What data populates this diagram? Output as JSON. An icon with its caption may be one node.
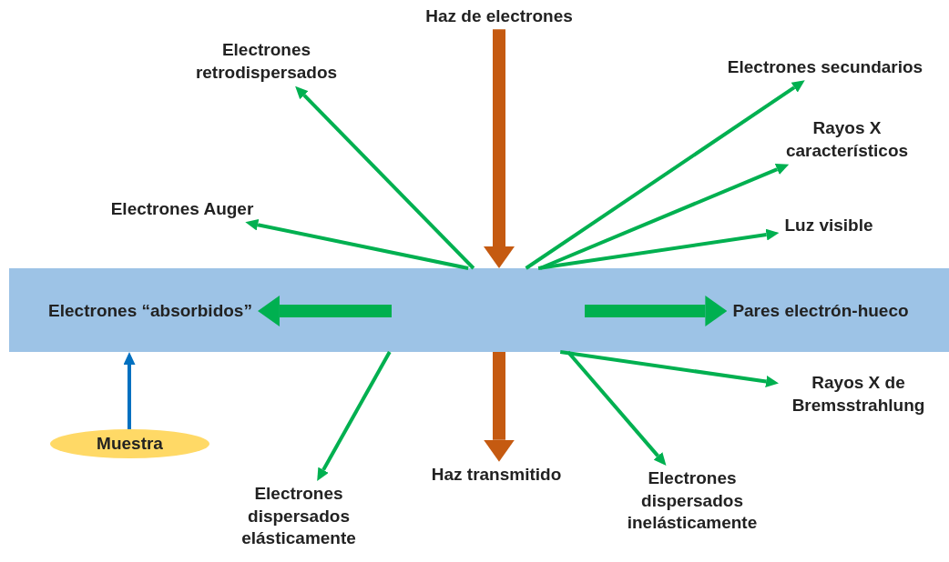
{
  "diagram": {
    "nodes": [
      {
        "text": [
          "Haz de electrones"
        ]
      },
      {
        "text": [
          "Electrones retrodispersados"
        ]
      },
      {
        "text": [
          "Electrones secundarios"
        ]
      },
      {
        "text": [
          "Rayos X característicos"
        ]
      },
      {
        "text": [
          "Electrones Auger"
        ]
      },
      {
        "text": [
          "Luz visible"
        ]
      },
      {
        "text": [],
        "shape": "bar"
      },
      {
        "text": [
          "Electrones “absorbidos”"
        ],
        "in": 6
      },
      {
        "text": [
          "Pares electrón-hueco"
        ],
        "in": 6
      },
      {
        "text": [
          "Rayos X de Bremsstrahlung"
        ]
      },
      {
        "text": [
          "Muestra"
        ]
      },
      {
        "text": [
          "Haz transmitido"
        ]
      },
      {
        "text": [
          "Electrones dispersados inelásticamente"
        ]
      },
      {
        "text": [
          "Electrones dispersados elásticamente"
        ]
      }
    ],
    "edges": [
      {
        "from": 0,
        "to": 6,
        "arrow": "to",
        "style": "thick",
        "color": "#c55a11"
      },
      {
        "from": 6,
        "to": 1,
        "arrow": "to"
      },
      {
        "from": 6,
        "to": 2,
        "arrow": "to"
      },
      {
        "from": 6,
        "to": 3,
        "arrow": "to"
      },
      {
        "from": 6,
        "to": 4,
        "arrow": "to"
      },
      {
        "from": 6,
        "to": 5,
        "arrow": "to"
      },
      {
        "from": null,
        "to": 7,
        "arrow": "to",
        "style": "thick"
      },
      {
        "from": null,
        "to": 8,
        "arrow": "to",
        "style": "thick"
      },
      {
        "from": 6,
        "to": 9,
        "arrow": "to"
      },
      {
        "from": 10,
        "to": 6,
        "arrow": "to",
        "color": "#0070c0"
      },
      {
        "from": 6,
        "to": 11,
        "arrow": "to",
        "style": "thick",
        "color": "#c55a11"
      },
      {
        "from": 6,
        "to": 12,
        "arrow": "to"
      },
      {
        "from": 6,
        "to": 13,
        "arrow": "to"
      }
    ]
  }
}
